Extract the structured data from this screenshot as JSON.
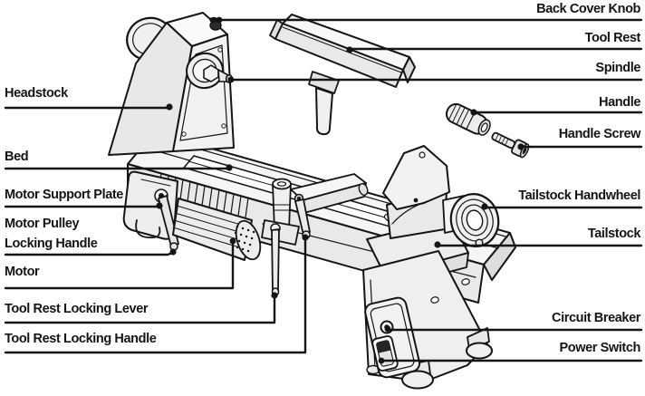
{
  "diagram": {
    "left_labels": [
      {
        "text": "Headstock"
      },
      {
        "text": "Bed"
      },
      {
        "text": "Motor Support Plate"
      },
      {
        "text": "Motor Pulley Locking Handle"
      },
      {
        "text": "Motor"
      },
      {
        "text": "Tool Rest Locking Lever"
      },
      {
        "text": "Tool Rest Locking Handle"
      }
    ],
    "right_labels": [
      {
        "text": "Back Cover Knob"
      },
      {
        "text": "Tool Rest"
      },
      {
        "text": "Spindle"
      },
      {
        "text": "Handle"
      },
      {
        "text": "Handle Screw"
      },
      {
        "text": "Tailstock Handwheel"
      },
      {
        "text": "Tailstock"
      },
      {
        "text": "Circuit Breaker"
      },
      {
        "text": "Power Switch"
      }
    ],
    "colors": {
      "ink": "#151515",
      "paper": "#ffffff",
      "machine_fill": "#f0f0f0"
    }
  }
}
